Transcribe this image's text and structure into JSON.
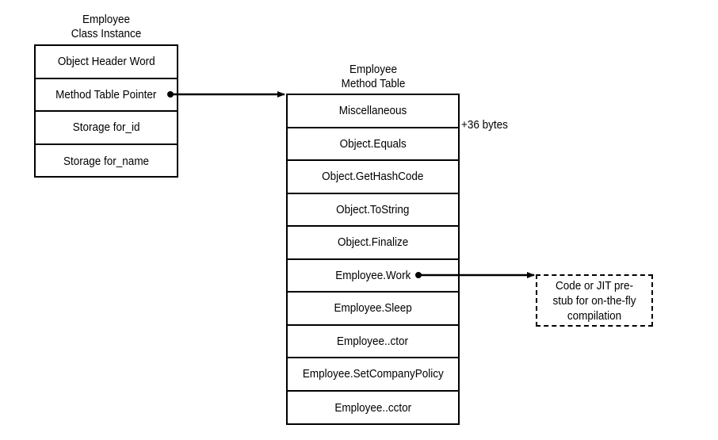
{
  "instance": {
    "title_line1": "Employee",
    "title_line2": "Class Instance",
    "rows": [
      "Object Header Word",
      "Method Table Pointer",
      "Storage for_id",
      "Storage for_name"
    ]
  },
  "method_table": {
    "title_line1": "Employee",
    "title_line2": "Method Table",
    "rows": [
      "Miscellaneous",
      "Object.Equals",
      "Object.GetHashCode",
      "Object.ToString",
      "Object.Finalize",
      "Employee.Work",
      "Employee.Sleep",
      "Employee..ctor",
      "Employee.SetCompanyPolicy",
      "Employee..cctor"
    ]
  },
  "offset_label": "+36 bytes",
  "stub_label": "Code or JIT pre-stub for on-the-fly compilation"
}
